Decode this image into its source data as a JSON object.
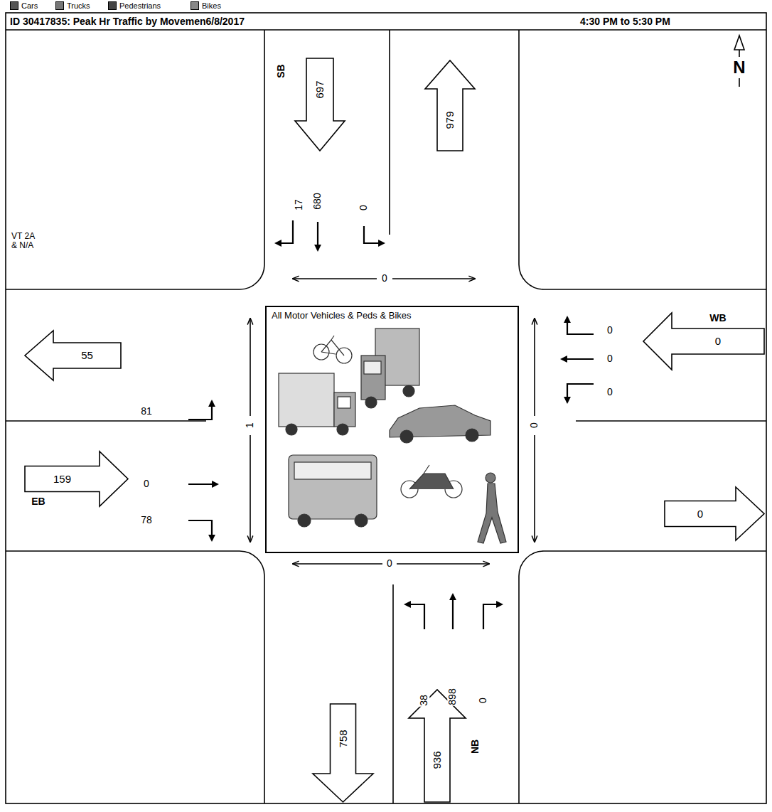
{
  "diagram": {
    "title": "ID 30417835: Peak Hr Traffic by Movemen6/8/2017",
    "nodes": [
      {
        "text": [
          "697"
        ]
      },
      {
        "text": [
          "979"
        ]
      },
      {
        "text": [
          "55"
        ]
      },
      {
        "text": [
          "0"
        ]
      },
      {
        "text": [
          "All Motor Vehicles & Peds & Bikes"
        ]
      },
      {
        "text": [
          "159"
        ]
      },
      {
        "text": [
          "0"
        ]
      },
      {
        "text": [
          "758"
        ]
      },
      {
        "text": [
          "936"
        ]
      }
    ],
    "labels": [
      "4:30 PM to 5:30 PM",
      "SB",
      "17",
      "680",
      "0",
      "VT 2A & N/A",
      "0",
      "N",
      "WB",
      "0",
      "0",
      "0",
      "81",
      "0",
      "78",
      "EB",
      "1",
      "0",
      "0",
      "38",
      "898",
      "0",
      "NB"
    ],
    "legend": [
      {
        "text": "Cars",
        "color": "#555555"
      },
      {
        "text": "Trucks",
        "color": "#777777"
      },
      {
        "text": "Pedestrians",
        "color": "#444444"
      },
      {
        "text": "Bikes",
        "color": "#888888"
      }
    ]
  }
}
